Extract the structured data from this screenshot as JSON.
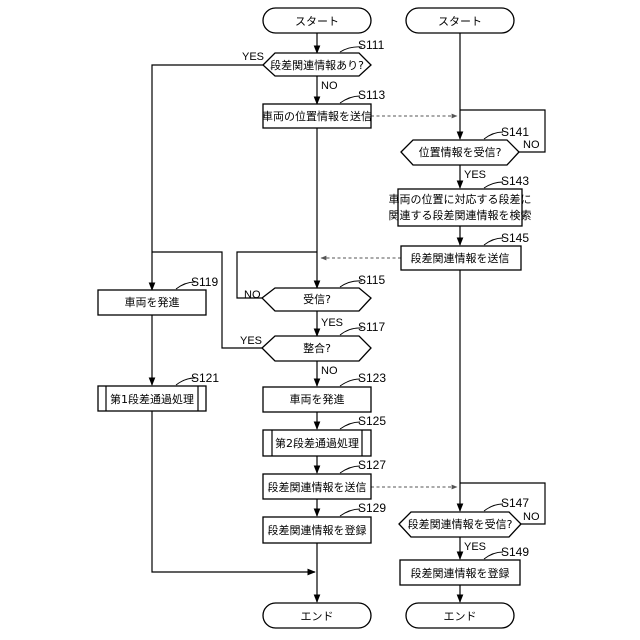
{
  "diagram": {
    "left_flow": {
      "start": "スタート",
      "s111": {
        "text": "段差関連情報あり?",
        "step": "S111",
        "yes": "YES",
        "no": "NO"
      },
      "s113": {
        "text": "車両の位置情報を送信",
        "step": "S113"
      },
      "s115": {
        "text": "受信?",
        "step": "S115",
        "yes": "YES",
        "no": "NO"
      },
      "s117": {
        "text": "整合?",
        "step": "S117",
        "yes": "YES",
        "no": "NO"
      },
      "s119": {
        "text": "車両を発進",
        "step": "S119"
      },
      "s121": {
        "text": "第1段差通過処理",
        "step": "S121"
      },
      "s123": {
        "text": "車両を発進",
        "step": "S123"
      },
      "s125": {
        "text": "第2段差通過処理",
        "step": "S125"
      },
      "s127": {
        "text": "段差関連情報を送信",
        "step": "S127"
      },
      "s129": {
        "text": "段差関連情報を登録",
        "step": "S129"
      },
      "end": "エンド"
    },
    "right_flow": {
      "start": "スタート",
      "s141": {
        "text": "位置情報を受信?",
        "step": "S141",
        "yes": "YES",
        "no": "NO"
      },
      "s143": {
        "line1": "車両の位置に対応する段差に",
        "line2": "関連する段差関連情報を検索",
        "step": "S143"
      },
      "s145": {
        "text": "段差関連情報を送信",
        "step": "S145"
      },
      "s147": {
        "text": "段差関連情報を受信?",
        "step": "S147",
        "yes": "YES",
        "no": "NO"
      },
      "s149": {
        "text": "段差関連情報を登録",
        "step": "S149"
      },
      "end": "エンド"
    }
  }
}
